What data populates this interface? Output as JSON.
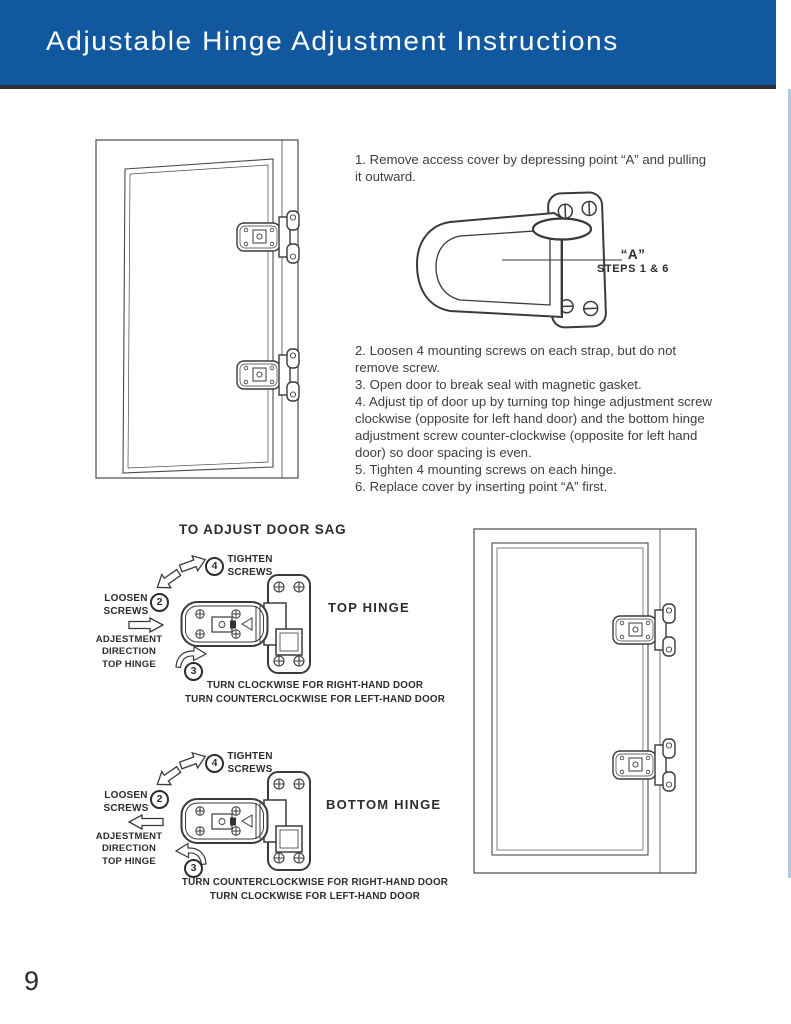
{
  "page": {
    "title": "Adjustable Hinge Adjustment Instructions",
    "page_number": "9"
  },
  "colors": {
    "header_blue": "#11589f",
    "header_underline": "#2d3036",
    "right_edge_line": "#b3c9e1",
    "line_art": "#3a3a3a"
  },
  "instructions": {
    "step1": "1. Remove access cover by depressing point “A” and pulling it outward.",
    "callout": {
      "line1": "“A”",
      "line2": "STEPS 1 & 6"
    },
    "list": [
      "2. Loosen 4 mounting screws on each strap, but do not remove screw.",
      "3. Open door to break seal with magnetic gasket.",
      "4. Adjust tip of door up by turning top hinge adjustment screw clockwise (opposite for left hand door) and the bottom hinge adjustment screw counter-clockwise (opposite for left hand door) so door spacing is even.",
      "5. Tighten 4 mounting screws on each hinge.",
      "6. Replace cover by inserting point “A” first."
    ]
  },
  "sag": {
    "heading": "TO ADJUST DOOR SAG",
    "tighten_label": "TIGHTEN\nSCREWS",
    "loosen_label": "LOOSEN\nSCREWS",
    "adjustment_label": "ADJESTMENT\nDIRECTION\nTOP HINGE",
    "badge2": "2",
    "badge3": "3",
    "badge4": "4",
    "top": {
      "hinge_label": "TOP HINGE",
      "caption": "TURN CLOCKWISE FOR RIGHT-HAND DOOR\nTURN COUNTERCLOCKWISE FOR LEFT-HAND DOOR"
    },
    "bottom": {
      "hinge_label": "BOTTOM HINGE",
      "caption": "TURN COUNTERCLOCKWISE FOR RIGHT-HAND DOOR\nTURN CLOCKWISE FOR LEFT-HAND DOOR"
    }
  }
}
